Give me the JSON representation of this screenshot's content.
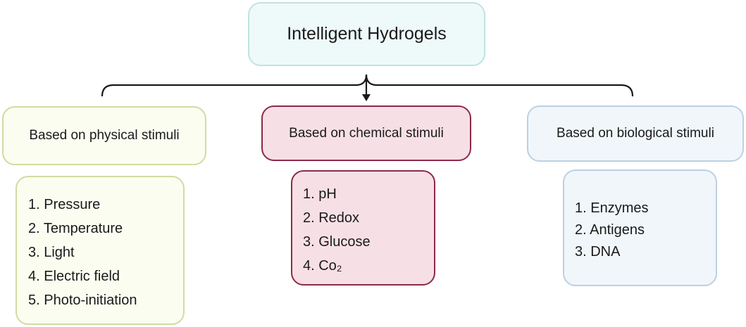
{
  "root": {
    "title": "Intelligent Hydrogels"
  },
  "categories": {
    "physical": {
      "label": "Based on physical stimuli",
      "items": [
        "1. Pressure",
        "2. Temperature",
        "3. Light",
        "4. Electric field",
        "5. Photo-initiation"
      ]
    },
    "chemical": {
      "label": "Based on chemical stimuli",
      "items": [
        "1. pH",
        "2. Redox",
        "3. Glucose",
        "4. Co₂"
      ]
    },
    "biological": {
      "label": "Based on biological stimuli",
      "items": [
        "1. Enzymes",
        "2. Antigens",
        "3. DNA"
      ]
    }
  },
  "colors": {
    "physical_border": "#cfdca2",
    "physical_fill": "#fbfdf1",
    "chemical_border": "#8c2a48",
    "chemical_fill": "#f7dfe6",
    "biological_border": "#bdd0e3",
    "biological_fill": "#f1f6fb",
    "root_border": "#bfe3e0",
    "root_fill": "#eefaf9"
  }
}
